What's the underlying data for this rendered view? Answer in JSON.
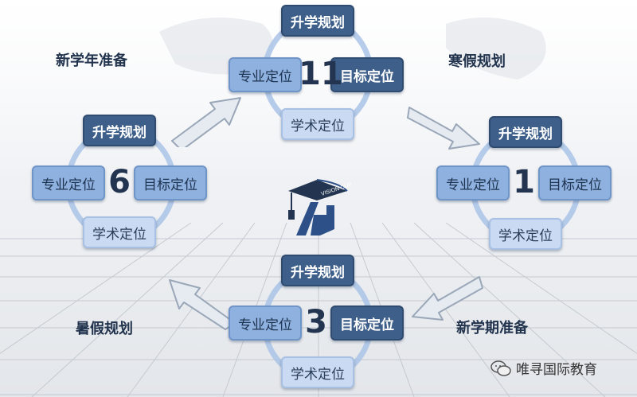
{
  "center_logo": {
    "text": "VISION CUP"
  },
  "clusters": [
    {
      "id": "top",
      "number": "11",
      "top_label": "升学规划",
      "left_label": "专业定位",
      "right_label": "目标定位",
      "bottom_label": "学术定位"
    },
    {
      "id": "right",
      "number": "1",
      "top_label": "升学规划",
      "left_label": "专业定位",
      "right_label": "目标定位",
      "bottom_label": "学术定位"
    },
    {
      "id": "bottom",
      "number": "3",
      "top_label": "升学规划",
      "left_label": "专业定位",
      "right_label": "目标定位",
      "bottom_label": "学术定位"
    },
    {
      "id": "left",
      "number": "6",
      "top_label": "升学规划",
      "left_label": "专业定位",
      "right_label": "目标定位",
      "bottom_label": "学术定位"
    }
  ],
  "phase_labels": {
    "new_school_year": "新学年准备",
    "winter_break": "寒假规划",
    "new_semester": "新学期准备",
    "summer_break": "暑假规划"
  },
  "watermark": {
    "text": "唯寻国际教育",
    "icon": "wechat-icon"
  },
  "colors": {
    "dark_box": "#3e5f8a",
    "mid_box": "#8fb1df",
    "light_box": "#c9daf2",
    "ring": "#a9c3e6",
    "logo_blue": "#2d5088"
  }
}
